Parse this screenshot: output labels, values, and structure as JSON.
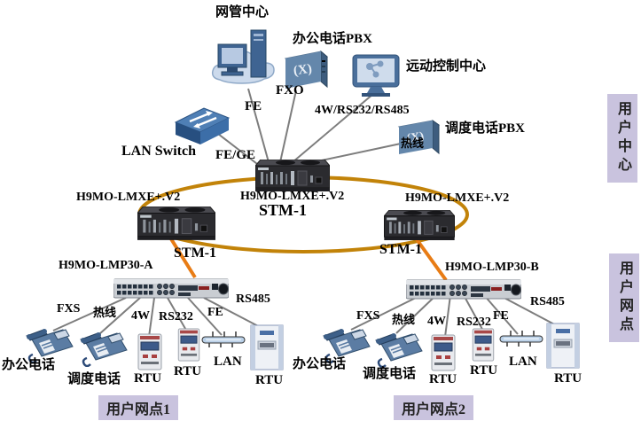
{
  "colors": {
    "ring": "#c28309",
    "stm1_link": "#e87c15",
    "wire": "#7d7d7d",
    "tag_bg": "#c9c3de"
  },
  "top": {
    "nms_label": "网管中心",
    "office_pbx_label": "办公电话PBX",
    "remote_center_label": "远动控制中心",
    "dispatch_pbx_label": "调度电话PBX",
    "lan_switch_label": "LAN Switch",
    "link_fe": "FE",
    "link_fxo": "FXO",
    "link_serial": "4W/RS232/RS485",
    "link_hotline": "热线",
    "link_fege": "FE/GE"
  },
  "ring": {
    "label": "STM-1",
    "node_top": "H9MO-LMXE+.V2",
    "node_left": "H9MO-LMXE+.V2",
    "node_right": "H9MO-LMXE+.V2",
    "stm1_left": "STM-1",
    "stm1_right": "STM-1"
  },
  "sites": [
    {
      "device": "H9MO-LMP30-A",
      "tag": "用户网点1",
      "links": {
        "fxs": "FXS",
        "hotline": "热线",
        "fourw": "4W",
        "rs232": "RS232",
        "fe": "FE",
        "rs485": "RS485"
      },
      "endpoints": {
        "office_phone": "办公电话",
        "dispatch_phone": "调度电话",
        "rtu1": "RTU",
        "rtu2": "RTU",
        "lan": "LAN",
        "rtu3": "RTU"
      }
    },
    {
      "device": "H9MO-LMP30-B",
      "tag": "用户网点2",
      "links": {
        "fxs": "FXS",
        "hotline": "热线",
        "fourw": "4W",
        "rs232": "RS232",
        "fe": "FE",
        "rs485": "RS485"
      },
      "endpoints": {
        "office_phone": "办公电话",
        "dispatch_phone": "调度电话",
        "rtu1": "RTU",
        "rtu2": "RTU",
        "lan": "LAN",
        "rtu3": "RTU"
      }
    }
  ],
  "side": {
    "user_center": "用户中心",
    "user_site": "用户网点"
  }
}
